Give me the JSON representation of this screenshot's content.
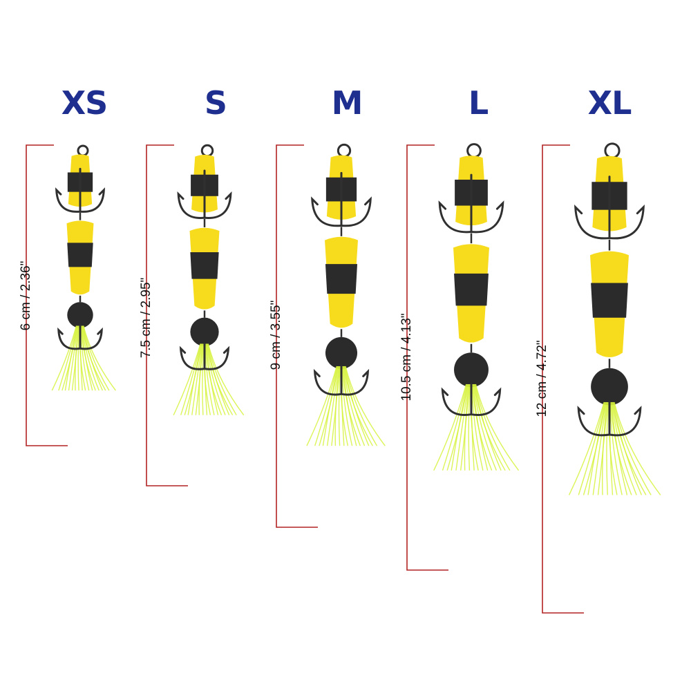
{
  "colors": {
    "label": "#1f2f8f",
    "bracket": "#b22222",
    "foam_yellow": "#f7dc1e",
    "foam_black": "#2b2b2b",
    "hook": "#303030",
    "feather": "#d6f23a"
  },
  "items": [
    {
      "size": "XS",
      "dimension": "6 cm / 2.36\""
    },
    {
      "size": "S",
      "dimension": "7.5 cm / 2.95\""
    },
    {
      "size": "M",
      "dimension": "9 cm / 3.55\""
    },
    {
      "size": "L",
      "dimension": "10.5 cm / 4.13\""
    },
    {
      "size": "XL",
      "dimension": "12 cm / 4.72\""
    }
  ]
}
